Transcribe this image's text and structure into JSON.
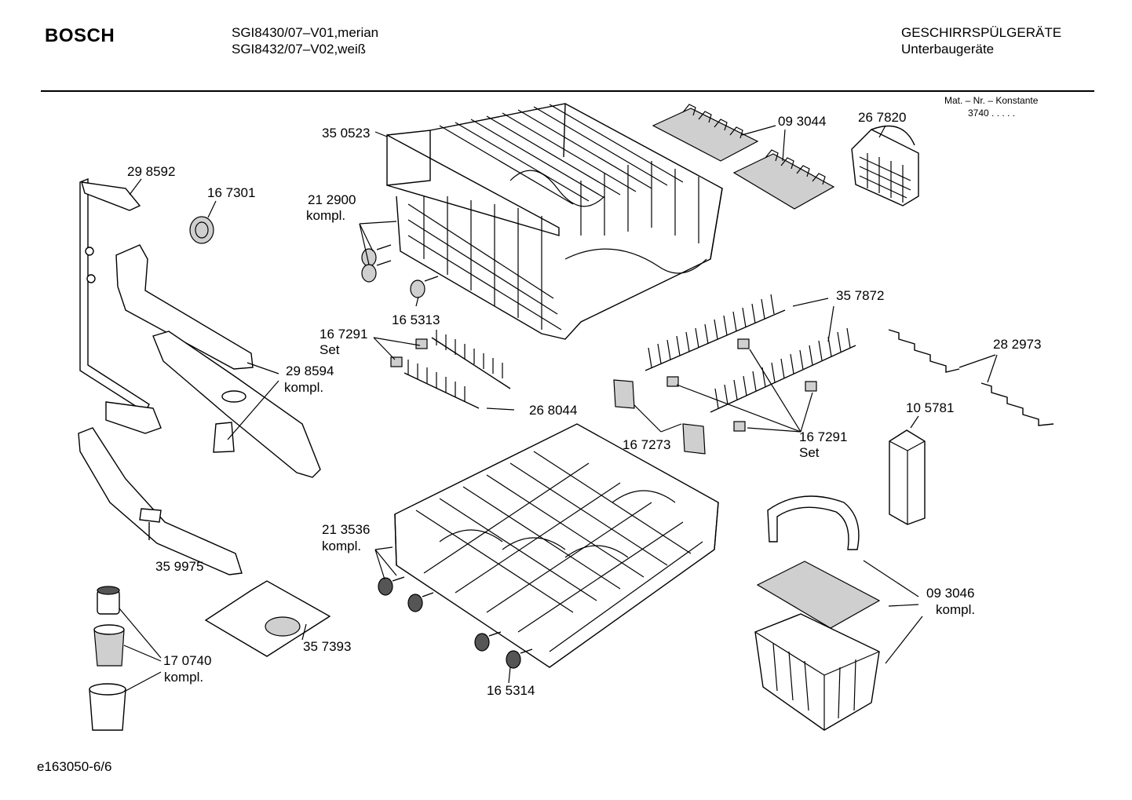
{
  "header": {
    "brand": "BOSCH",
    "model_line_1": "SGI8430/07–V01,merian",
    "model_line_2": "SGI8432/07–V02,weiß",
    "category": "GESCHIRRSPÜLGERÄTE",
    "subcategory": "Unterbaugeräte",
    "mat_nr_label": "Mat. – Nr. – Konstante",
    "mat_nr_value": "3740 .  .  .  .  ."
  },
  "labels": {
    "p350523": "35 0523",
    "p093044": "09 3044",
    "p267820": "26 7820",
    "p298592": "29 8592",
    "p167301": "16 7301",
    "p212900": "21 2900",
    "p212900_kompl": "kompl.",
    "p165313": "16 5313",
    "p357872": "35 7872",
    "p167291a": "16 7291",
    "p167291a_set": "Set",
    "p282973": "28 2973",
    "p298594": "29 8594",
    "p298594_kompl": "kompl.",
    "p268044": "26 8044",
    "p105781": "10 5781",
    "p167273": "16 7273",
    "p167291b": "16 7291",
    "p167291b_set": "Set",
    "p213536": "21 3536",
    "p213536_kompl": "kompl.",
    "p359975": "35 9975",
    "p093046": "09 3046",
    "p093046_kompl": "kompl.",
    "p357393": "35 7393",
    "p170740": "17 0740",
    "p170740_kompl": "kompl.",
    "p165314": "16 5314"
  },
  "footer": {
    "drawing_id": "e163050-6/6"
  }
}
